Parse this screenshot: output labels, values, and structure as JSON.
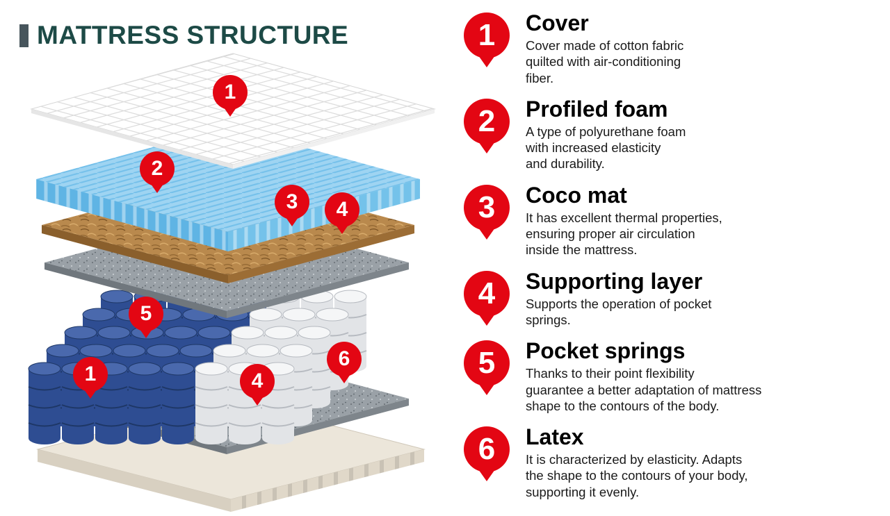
{
  "page": {
    "title": "MATTRESS STRUCTURE"
  },
  "colors": {
    "red": "#e30613",
    "teal": "#1d4a46",
    "bar": "#47555c",
    "foam-top": "#9ed4f2",
    "foam-side": "#5fb4e4",
    "foam-side2": "#74c2ea",
    "coco-top": "#b9894d",
    "coco-side": "#8a5f2c",
    "coco-side2": "#9c6d35",
    "felt-top": "#9aa1a7",
    "felt-side": "#70777d",
    "felt-side2": "#7e858b",
    "spring-blue": "#2e4d92",
    "spring-blue-top": "#4a69ad",
    "spring-white": "#e2e4e7",
    "spring-white-top": "#f5f6f7",
    "base-top": "#ece6da",
    "base-side": "#d8d0c1",
    "base-side2": "#e0d8c9"
  },
  "diagram": {
    "markers": [
      "1",
      "2",
      "3",
      "4",
      "5",
      "6",
      "4",
      "1"
    ]
  },
  "legend": {
    "items": [
      {
        "num": "1",
        "heading": "Cover",
        "desc": "Cover made of cotton fabric\nquilted with air-conditioning\nfiber."
      },
      {
        "num": "2",
        "heading": "Profiled foam",
        "desc": "A type of polyurethane foam\nwith increased elasticity\nand durability."
      },
      {
        "num": "3",
        "heading": "Coco mat",
        "desc": "It has excellent thermal properties,\nensuring proper air circulation\ninside the mattress."
      },
      {
        "num": "4",
        "heading": "Supporting layer",
        "desc": "Supports the operation of pocket\nsprings."
      },
      {
        "num": "5",
        "heading": "Pocket springs",
        "desc": "Thanks to their point flexibility\nguarantee a better adaptation of mattress\nshape to the contours of the body."
      },
      {
        "num": "6",
        "heading": "Latex",
        "desc": "It is characterized by elasticity. Adapts\nthe shape to the contours of your body,\nsupporting it evenly."
      }
    ]
  }
}
